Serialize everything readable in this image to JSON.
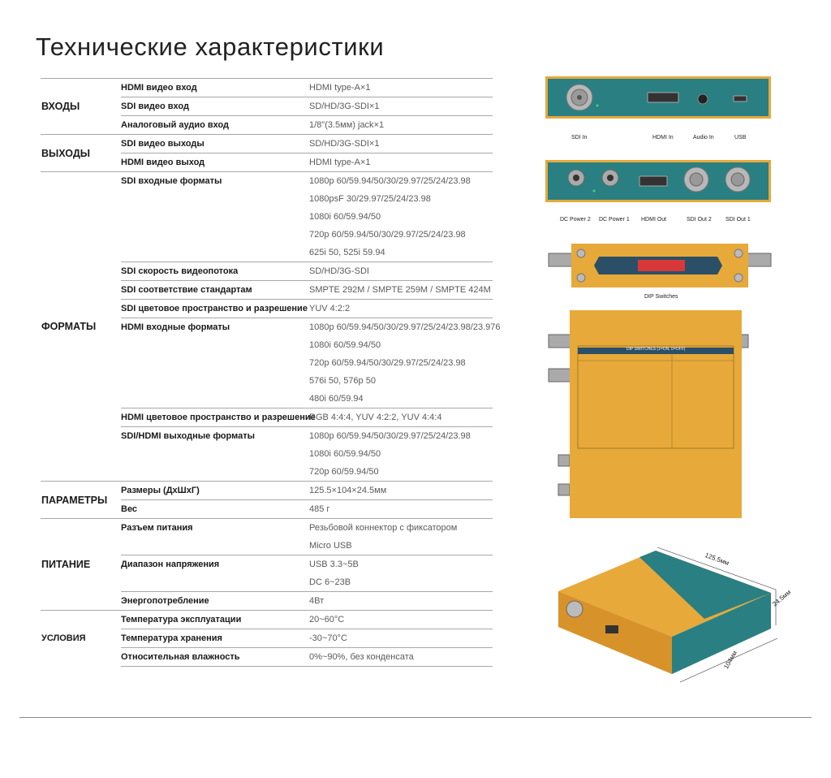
{
  "title": "Технические характеристики",
  "spec_groups": [
    {
      "category": "ВХОДЫ",
      "params": [
        {
          "name": "HDMI видео вход",
          "values": [
            "HDMI type-A×1"
          ]
        },
        {
          "name": "SDI видео вход",
          "values": [
            "SD/HD/3G-SDI×1"
          ]
        },
        {
          "name": "Аналоговый аудио вход",
          "values": [
            "1/8\"(3.5мм) jack×1"
          ]
        }
      ]
    },
    {
      "category": "ВЫХОДЫ",
      "params": [
        {
          "name": "SDI видео выходы",
          "values": [
            "SD/HD/3G-SDI×1"
          ]
        },
        {
          "name": "HDMI видео выход",
          "values": [
            "HDMI type-A×1"
          ]
        }
      ]
    },
    {
      "category": "ФОРМАТЫ",
      "params": [
        {
          "name": "SDI входные форматы",
          "values": [
            "1080p 60/59.94/50/30/29.97/25/24/23.98",
            "1080psF 30/29.97/25/24/23.98",
            "1080i 60/59.94/50",
            "720p 60/59.94/50/30/29.97/25/24/23.98",
            "625i 50, 525i 59.94"
          ]
        },
        {
          "name": "SDI скорость видеопотока",
          "values": [
            "SD/HD/3G-SDI"
          ]
        },
        {
          "name": "SDI соответствие стандартам",
          "values": [
            "SMPTE 292M / SMPTE 259M / SMPTE 424M"
          ]
        },
        {
          "name": "SDI цветовое пространство и разрешение",
          "values": [
            "YUV 4:2:2"
          ]
        },
        {
          "name": "HDMI входные форматы",
          "values": [
            "1080p 60/59.94/50/30/29.97/25/24/23.98/23.976",
            "1080i 60/59.94/50",
            "720p 60/59.94/50/30/29.97/25/24/23.98",
            "576i 50, 576p 50",
            "480i 60/59.94"
          ]
        },
        {
          "name": "HDMI цветовое пространство и разрешение",
          "values": [
            "RGB 4:4:4, YUV 4:2:2, YUV 4:4:4"
          ]
        },
        {
          "name": "SDI/HDMI выходные форматы",
          "values": [
            "1080p 60/59.94/50/30/29.97/25/24/23.98",
            "1080i 60/59.94/50",
            "720p 60/59.94/50"
          ]
        }
      ]
    },
    {
      "category": "ПАРАМЕТРЫ",
      "params": [
        {
          "name": "Размеры (ДхШхГ)",
          "values": [
            "125.5×104×24.5мм"
          ]
        },
        {
          "name": "Вес",
          "values": [
            "485 г"
          ]
        }
      ]
    },
    {
      "category": "ПИТАНИЕ",
      "params": [
        {
          "name": "Разъем питания",
          "values": [
            "Резьбовой коннектор с фиксатором",
            "Micro USB"
          ]
        },
        {
          "name": "Диапазон напряжения",
          "values": [
            "USB 3.3~5В",
            "DC 6~23В"
          ]
        },
        {
          "name": "Энергопотребление",
          "values": [
            "4Вт"
          ]
        }
      ]
    },
    {
      "category": "УСЛОВИЯ",
      "small": true,
      "params": [
        {
          "name": "Температура эксплуатации",
          "values": [
            "20~60°C"
          ]
        },
        {
          "name": "Температура хранения",
          "values": [
            "-30~70°C"
          ]
        },
        {
          "name": "Относительная влажность",
          "values": [
            "0%~90%, без конденсата"
          ]
        }
      ]
    }
  ],
  "device_views": {
    "input_panel_labels": {
      "sdi_in": "SDI In",
      "hdmi_in": "HDMI In",
      "audio_in": "Audio In",
      "usb": "USB"
    },
    "output_panel_labels": {
      "dc_power_2": "DC Power 2",
      "dc_power_1": "DC Power 1",
      "hdmi_out": "HDMI Out",
      "sdi_out_2": "SDI Out 2",
      "sdi_out_1": "SDI Out 1"
    },
    "dip_label": "DIP Switches",
    "dip_table_header": "DIP SWITCHES (1=ON, 0=OFF)",
    "dimensions": {
      "length": "125.5мм",
      "height": "24.5мм",
      "width": "104мм"
    }
  },
  "colors": {
    "teal": "#2a7f82",
    "gold": "#e7a93a",
    "rule": "#a8a8a8"
  }
}
